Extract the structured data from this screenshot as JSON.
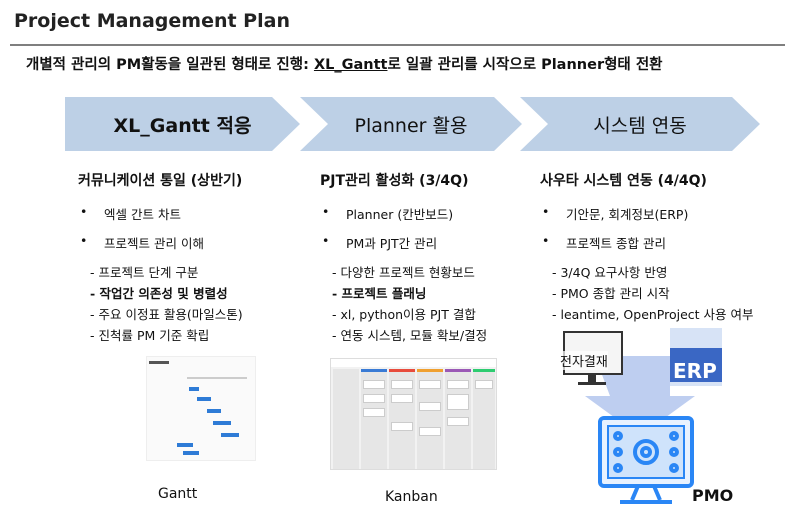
{
  "title": "Project Management Plan",
  "subtitle": {
    "prefix": "개별적 관리의 PM활동을 일관된 형태로 진행: ",
    "link": "XL_Gantt",
    "suffix": "로 일괄 관리를 시작으로 Planner형태 전환"
  },
  "steps": [
    "XL_Gantt 적응",
    "Planner 활용",
    "시스템 연동"
  ],
  "columns": [
    {
      "heading": "커뮤니케이션 통일 (상반기)",
      "bullets": [
        "엑셀 간트 차트",
        "프로젝트 관리 이해"
      ],
      "subs": [
        "- 프로젝트 단계 구분",
        "- 작업간 의존성 및 병렬성",
        "- 주요 이정표 활용(마일스톤)",
        "- 진척률 PM 기준 확립"
      ]
    },
    {
      "heading": "PJT관리 활성화 (3/4Q)",
      "bullets": [
        "Planner (칸반보드)",
        "PM과 PJT간 관리"
      ],
      "subs": [
        "- 다양한 프로젝트 현황보드",
        "- 프로젝트 플래닝",
        "- xl, python이용 PJT 결합",
        "- 연동 시스템, 모듈 확보/결정"
      ]
    },
    {
      "heading": "사우타 시스템 연동 (4/4Q)",
      "bullets": [
        "기안문, 회계정보(ERP)",
        "프로젝트 종합 관리"
      ],
      "subs": [
        "- 3/4Q 요구사항 반영",
        "- PMO 종합 관리 시작",
        "- leantime, OpenProject 사용 여부"
      ]
    }
  ],
  "bullet_char": "•",
  "captions": {
    "gantt": "Gantt",
    "kanban": "Kanban",
    "pmo": "PMO",
    "approval": "전자결재",
    "erp": "ERP"
  }
}
